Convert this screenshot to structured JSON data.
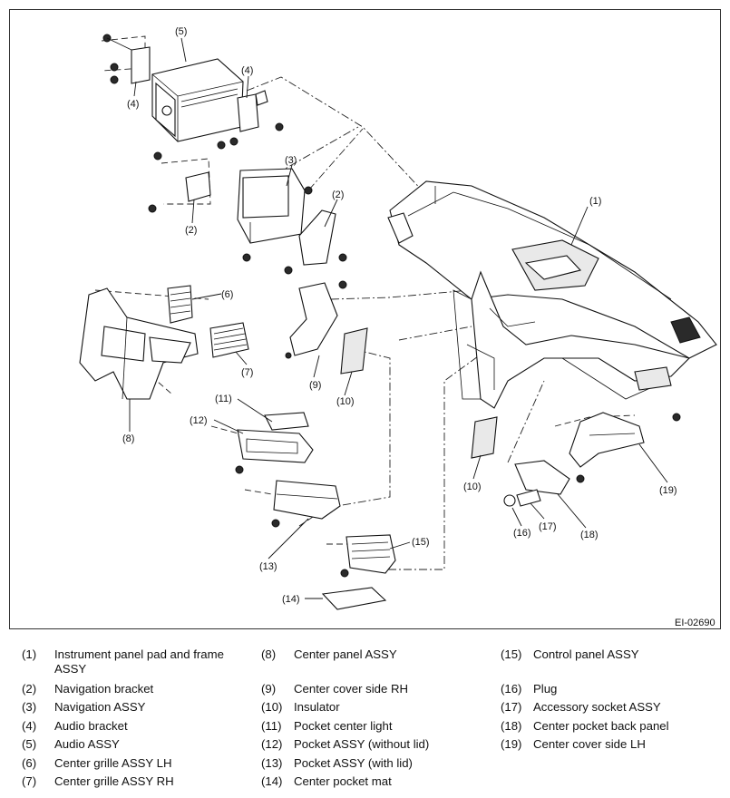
{
  "figure_code": "EI-02690",
  "callouts": {
    "c1": "(1)",
    "c2a": "(2)",
    "c2b": "(2)",
    "c3": "(3)",
    "c4a": "(4)",
    "c4b": "(4)",
    "c5": "(5)",
    "c6": "(6)",
    "c7": "(7)",
    "c8": "(8)",
    "c9": "(9)",
    "c10a": "(10)",
    "c10b": "(10)",
    "c11": "(11)",
    "c12": "(12)",
    "c13": "(13)",
    "c14": "(14)",
    "c15": "(15)",
    "c16": "(16)",
    "c17": "(17)",
    "c18": "(18)",
    "c19": "(19)"
  },
  "legend": {
    "col1": [
      {
        "num": "(1)",
        "label": "Instrument panel pad and frame ASSY"
      },
      {
        "num": "(2)",
        "label": "Navigation bracket"
      },
      {
        "num": "(3)",
        "label": "Navigation ASSY"
      },
      {
        "num": "(4)",
        "label": "Audio bracket"
      },
      {
        "num": "(5)",
        "label": "Audio ASSY"
      },
      {
        "num": "(6)",
        "label": "Center grille ASSY LH"
      },
      {
        "num": "(7)",
        "label": "Center grille ASSY RH"
      }
    ],
    "col2": [
      {
        "num": "(8)",
        "label": "Center panel ASSY"
      },
      {
        "num": "(9)",
        "label": "Center cover side RH"
      },
      {
        "num": "(10)",
        "label": "Insulator"
      },
      {
        "num": "(11)",
        "label": "Pocket center light"
      },
      {
        "num": "(12)",
        "label": "Pocket ASSY (without lid)"
      },
      {
        "num": "(13)",
        "label": "Pocket ASSY (with lid)"
      },
      {
        "num": "(14)",
        "label": "Center pocket mat"
      }
    ],
    "col3": [
      {
        "num": "(15)",
        "label": "Control panel ASSY"
      },
      {
        "num": "(16)",
        "label": "Plug"
      },
      {
        "num": "(17)",
        "label": "Accessory socket ASSY"
      },
      {
        "num": "(18)",
        "label": "Center pocket back panel"
      },
      {
        "num": "(19)",
        "label": "Center cover side LH"
      }
    ]
  }
}
